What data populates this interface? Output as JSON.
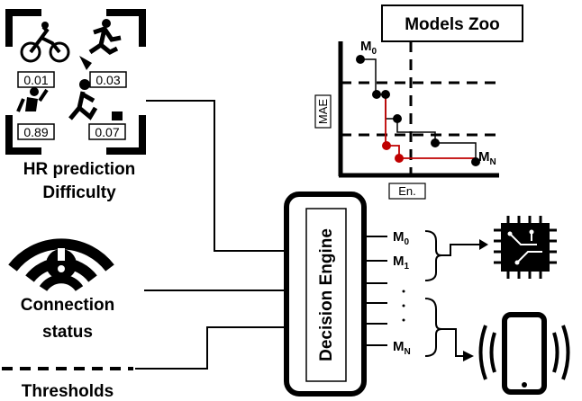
{
  "activities": [
    {
      "icon": "cycling-icon",
      "value": "0.01"
    },
    {
      "icon": "running-icon",
      "value": "0.03"
    },
    {
      "icon": "exercise-icon",
      "value": "0.89"
    },
    {
      "icon": "walking-icon",
      "value": "0.07"
    }
  ],
  "labels": {
    "hr_line1": "HR prediction",
    "hr_line2": "Difficulty",
    "conn_line1": "Connection",
    "conn_line2": "status",
    "thresholds": "Thresholds",
    "decision_engine": "Decision Engine",
    "models_zoo": "Models Zoo"
  },
  "chart": {
    "ylabel": "MAE",
    "xlabel": "En.",
    "start_model": {
      "base": "M",
      "sub": "0"
    },
    "end_model": {
      "base": "M",
      "sub": "N"
    }
  },
  "engine_outputs": [
    {
      "base": "M",
      "sub": "0"
    },
    {
      "base": "M",
      "sub": "1"
    },
    {
      "base": "M",
      "sub": "N"
    }
  ],
  "colors": {
    "stroke": "#000000",
    "highlight": "#c00000"
  }
}
